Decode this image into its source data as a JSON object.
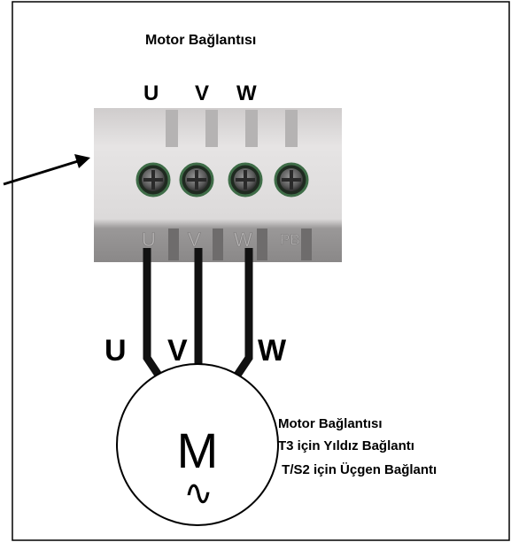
{
  "top_title": "Motor  Bağlantısı",
  "top_terminal_labels": [
    "U",
    "V",
    "W"
  ],
  "block_engraved_labels": [
    "U",
    "V",
    "W",
    "PB"
  ],
  "cable_labels": [
    "U",
    "V",
    "W"
  ],
  "motor_symbol": "M",
  "ac_symbol": "∿",
  "notes": [
    "Motor Bağlantısı",
    "T3 için Yıldız Bağlantı",
    " T/S2 için Üçgen Bağlantı"
  ],
  "colors": {
    "frame": "#000000",
    "block_light": "#dedcdc",
    "block_dark": "#8a8a8a",
    "screw_ring": "#2f5a3a",
    "cable": "#111111"
  }
}
